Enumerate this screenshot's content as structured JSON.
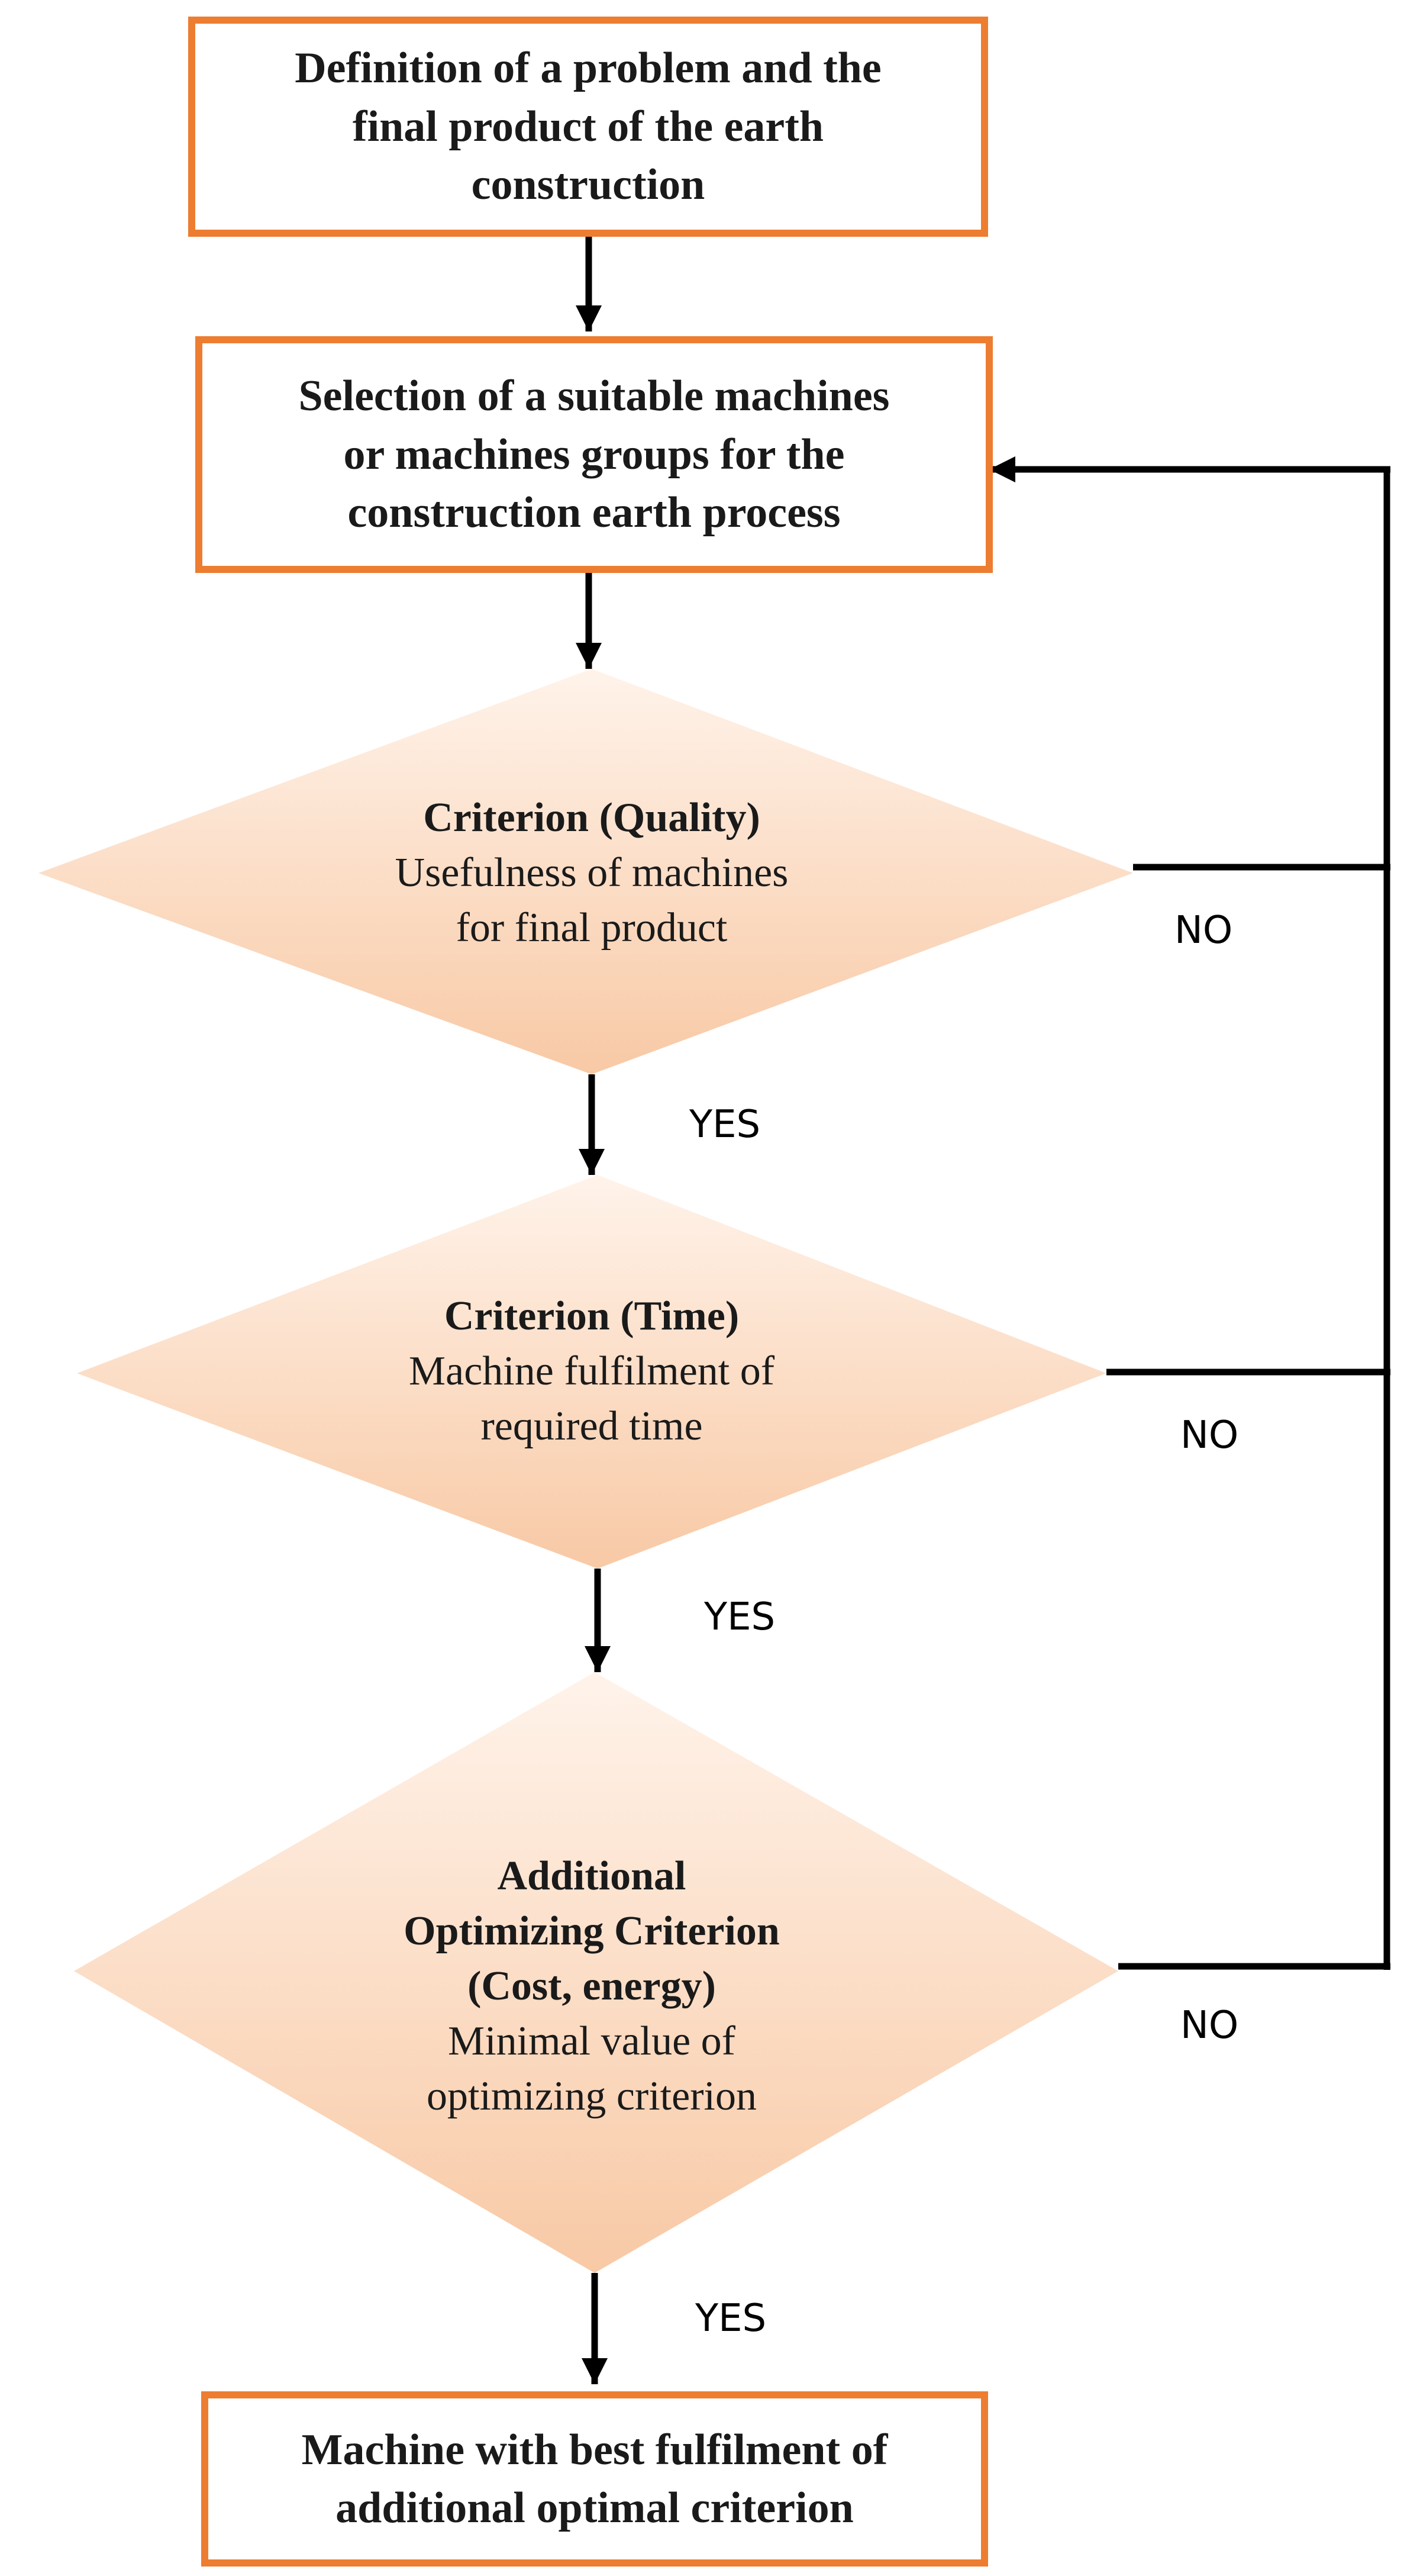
{
  "colors": {
    "box_border": "#ED7D31",
    "diamond_fill_light": "#FFF3EA",
    "diamond_fill_dark": "#F8C9A5",
    "line": "#000000"
  },
  "boxes": {
    "definition": [
      "Definition of a problem and the",
      "final product of the earth",
      "construction"
    ],
    "selection": [
      "Selection of a suitable machines",
      "or machines groups for the",
      "construction earth process"
    ],
    "result": [
      "Machine with best fulfilment of",
      "additional optimal criterion"
    ]
  },
  "decisions": {
    "quality": {
      "heading": [
        "Criterion (Quality)"
      ],
      "body": [
        "Usefulness of machines",
        "for final product"
      ]
    },
    "time": {
      "heading": [
        "Criterion (Time)"
      ],
      "body": [
        "Machine fulfilment of",
        "required time"
      ]
    },
    "optimizing": {
      "heading": [
        "Additional",
        "Optimizing Criterion",
        "(Cost, energy)"
      ],
      "body": [
        "Minimal value of",
        "optimizing criterion"
      ]
    }
  },
  "labels": {
    "yes_quality": "YES",
    "no_quality": "NO",
    "yes_time": "YES",
    "no_time": "NO",
    "yes_optimizing": "YES",
    "no_optimizing": "NO"
  }
}
